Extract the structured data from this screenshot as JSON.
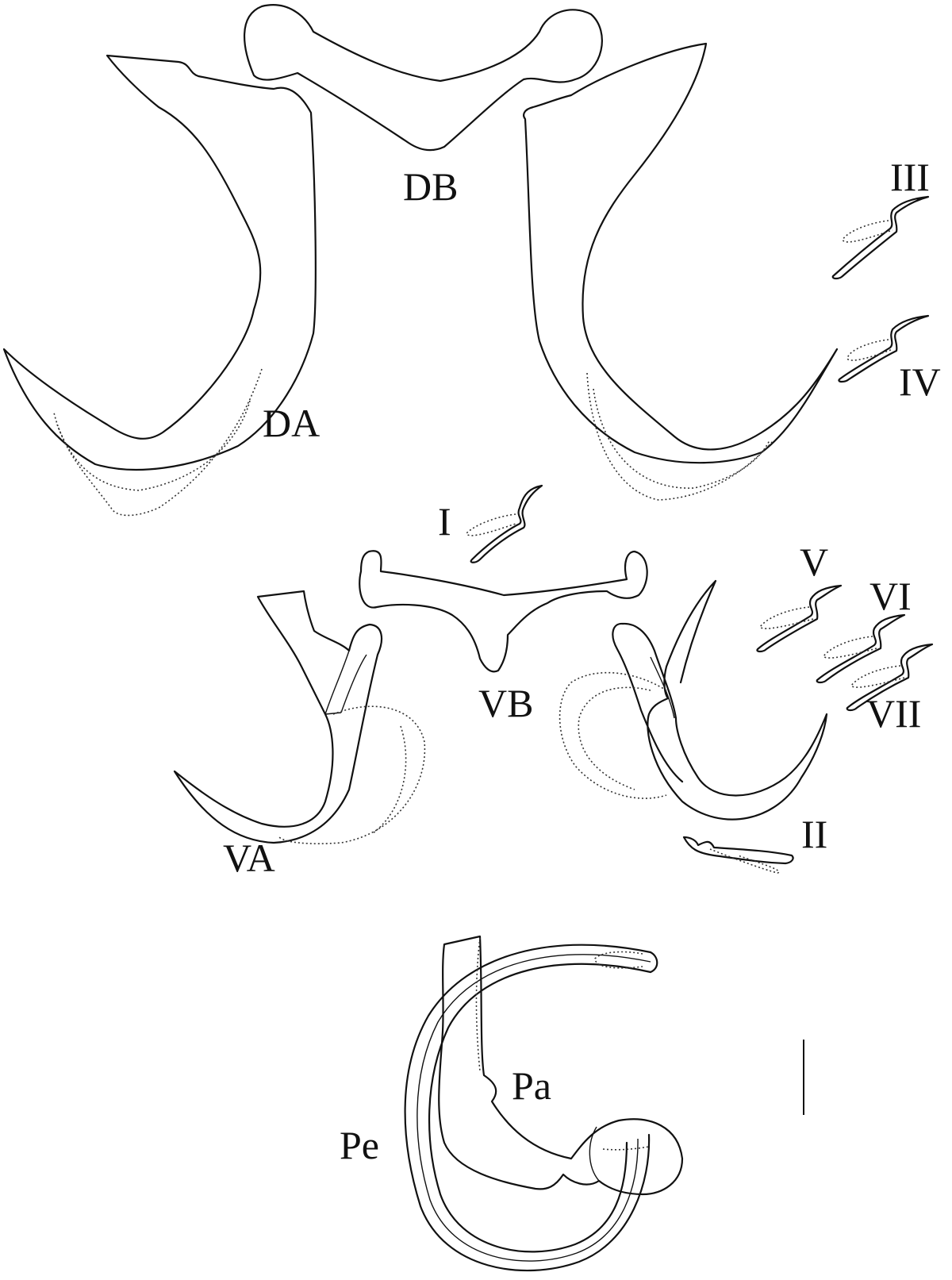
{
  "figure": {
    "labels": {
      "dorsal_bar": "DB",
      "dorsal_anchor": "DA",
      "ventral_bar": "VB",
      "ventral_anchor": "VA",
      "hook_1": "I",
      "hook_2": "II",
      "hook_3": "III",
      "hook_4": "IV",
      "hook_5": "V",
      "hook_6": "VI",
      "hook_7": "VII",
      "accessory_piece": "Pa",
      "penis": "Pe"
    }
  }
}
